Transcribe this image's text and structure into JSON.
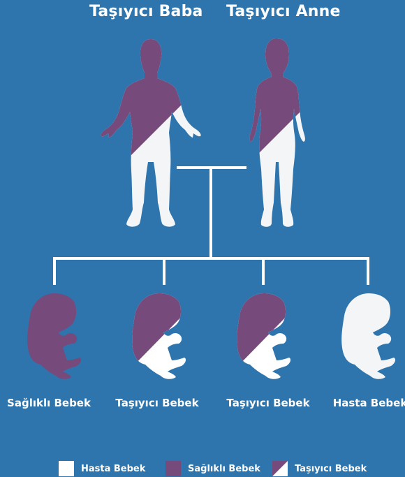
{
  "colors": {
    "background": "#2e74ad",
    "healthy": "#774a7c",
    "affected": "#f3f5f7",
    "connector": "#ffffff"
  },
  "parents": {
    "father_label": "Taşıyıcı Baba",
    "mother_label": "Taşıyıcı Anne",
    "father_status": "carrier",
    "mother_status": "carrier"
  },
  "children": [
    {
      "label": "Sağlıklı Bebek",
      "status": "healthy"
    },
    {
      "label": "Taşıyıcı Bebek",
      "status": "carrier"
    },
    {
      "label": "Taşıyıcı Bebek",
      "status": "carrier"
    },
    {
      "label": "Hasta Bebek",
      "status": "affected"
    }
  ],
  "legend": [
    {
      "label": "Hasta Bebek",
      "status": "affected"
    },
    {
      "label": "Sağlıklı Bebek",
      "status": "healthy"
    },
    {
      "label": "Taşıyıcı Bebek",
      "status": "carrier"
    }
  ]
}
